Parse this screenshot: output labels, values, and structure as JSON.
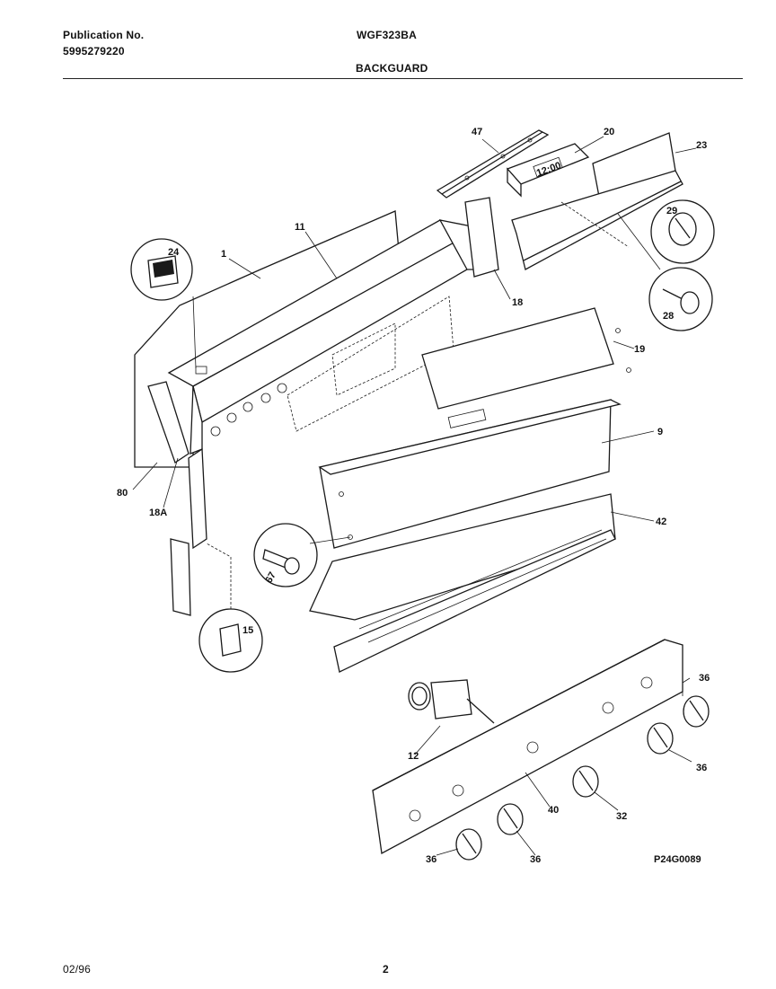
{
  "header": {
    "publication_label": "Publication No.",
    "publication_number": "5995279220",
    "model": "WGF323BA",
    "section": "BACKGUARD"
  },
  "footer": {
    "date": "02/96",
    "page": "2"
  },
  "diagram": {
    "code": "P24G0089",
    "part_labels": [
      "47",
      "20",
      "23",
      "11",
      "1",
      "24",
      "29",
      "18",
      "28",
      "19",
      "9",
      "80",
      "18A",
      "42",
      "67",
      "15",
      "36",
      "12",
      "36",
      "40",
      "32",
      "36",
      "36"
    ]
  }
}
